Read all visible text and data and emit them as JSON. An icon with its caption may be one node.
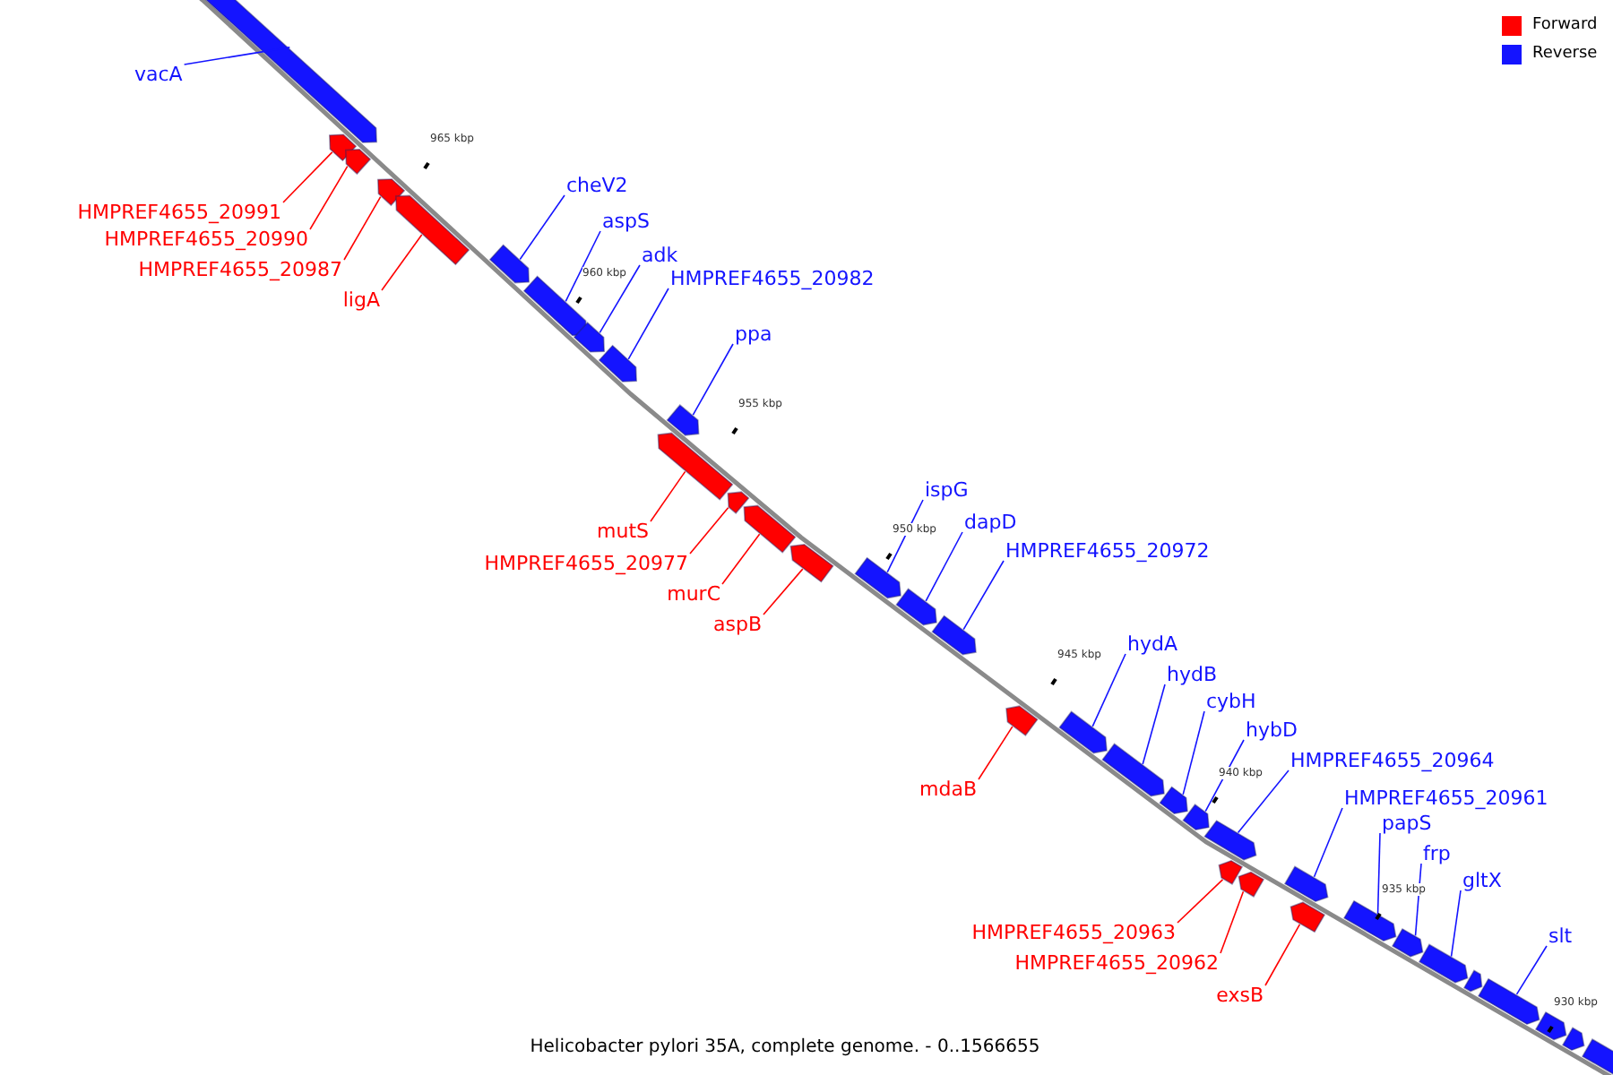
{
  "diagram": {
    "caption": "Helicobacter pylori 35A, complete genome. - 0..1566655",
    "nodes": [
      {
        "text": [
          "vacA"
        ]
      },
      {
        "text": [],
        "shape": "bar"
      },
      {
        "text": [
          "HMPREF4655_20991"
        ]
      },
      {
        "text": [],
        "shape": "bar"
      },
      {
        "text": [
          "HMPREF4655_20990"
        ]
      },
      {
        "text": [],
        "shape": "bar"
      },
      {
        "text": [
          "HMPREF4655_20987"
        ]
      },
      {
        "text": [],
        "shape": "bar"
      },
      {
        "text": [
          "ligA"
        ]
      },
      {
        "text": [],
        "shape": "bar"
      },
      {
        "text": [
          "cheV2"
        ]
      },
      {
        "text": [],
        "shape": "bar"
      },
      {
        "text": [
          "aspS"
        ]
      },
      {
        "text": [],
        "shape": "bar"
      },
      {
        "text": [
          "adk"
        ]
      },
      {
        "text": [],
        "shape": "bar"
      },
      {
        "text": [
          "HMPREF4655_20982"
        ]
      },
      {
        "text": [],
        "shape": "bar"
      },
      {
        "text": [
          "ppa"
        ]
      },
      {
        "text": [],
        "shape": "bar"
      },
      {
        "text": [
          "mutS"
        ]
      },
      {
        "text": [],
        "shape": "bar"
      },
      {
        "text": [
          "HMPREF4655_20977"
        ]
      },
      {
        "text": [],
        "shape": "bar"
      },
      {
        "text": [
          "murC"
        ]
      },
      {
        "text": [],
        "shape": "bar"
      },
      {
        "text": [
          "aspB"
        ]
      },
      {
        "text": [],
        "shape": "bar"
      },
      {
        "text": [
          "ispG"
        ]
      },
      {
        "text": [],
        "shape": "bar"
      },
      {
        "text": [
          "dapD"
        ]
      },
      {
        "text": [],
        "shape": "bar"
      },
      {
        "text": [
          "HMPREF4655_20972"
        ]
      },
      {
        "text": [],
        "shape": "bar"
      },
      {
        "text": [
          "hydA"
        ]
      },
      {
        "text": [],
        "shape": "bar"
      },
      {
        "text": [
          "hydB"
        ]
      },
      {
        "text": [],
        "shape": "bar"
      },
      {
        "text": [
          "cybH"
        ]
      },
      {
        "text": [],
        "shape": "bar"
      },
      {
        "text": [
          "hybD"
        ]
      },
      {
        "text": [],
        "shape": "bar"
      },
      {
        "text": [
          "mdaB"
        ]
      },
      {
        "text": [],
        "shape": "bar"
      },
      {
        "text": [
          "HMPREF4655_20964"
        ]
      },
      {
        "text": [],
        "shape": "bar"
      },
      {
        "text": [
          "HMPREF4655_20961"
        ]
      },
      {
        "text": [],
        "shape": "bar"
      },
      {
        "text": [
          "HMPREF4655_20963"
        ]
      },
      {
        "text": [],
        "shape": "bar"
      },
      {
        "text": [
          "HMPREF4655_20962"
        ]
      },
      {
        "text": [],
        "shape": "bar"
      },
      {
        "text": [
          "papS"
        ]
      },
      {
        "text": [],
        "shape": "bar"
      },
      {
        "text": [
          "exsB"
        ]
      },
      {
        "text": [],
        "shape": "bar"
      },
      {
        "text": [
          "frp"
        ]
      },
      {
        "text": [],
        "shape": "bar"
      },
      {
        "text": [
          "gltX"
        ]
      },
      {
        "text": [],
        "shape": "bar"
      },
      {
        "text": [],
        "shape": "bar"
      },
      {
        "text": [
          "slt"
        ]
      },
      {
        "text": [],
        "shape": "bar"
      },
      {
        "text": [],
        "shape": "bar"
      },
      {
        "text": [],
        "shape": "bar"
      },
      {
        "text": [],
        "shape": "bar"
      }
    ],
    "edges": [
      {
        "from": 0,
        "to": 1,
        "arrow": "none"
      },
      {
        "from": 2,
        "to": 3,
        "arrow": "none",
        "color": "#ff0000"
      },
      {
        "from": 4,
        "to": 5,
        "arrow": "none",
        "color": "#ff0000"
      },
      {
        "from": 6,
        "to": 7,
        "arrow": "none",
        "color": "#ff0000"
      },
      {
        "from": 8,
        "to": 9,
        "arrow": "none",
        "color": "#ff0000"
      },
      {
        "from": 10,
        "to": 11,
        "arrow": "none"
      },
      {
        "from": 12,
        "to": 13,
        "arrow": "none"
      },
      {
        "from": 14,
        "to": 15,
        "arrow": "none"
      },
      {
        "from": 16,
        "to": 17,
        "arrow": "none"
      },
      {
        "from": 18,
        "to": 19,
        "arrow": "none"
      },
      {
        "from": 20,
        "to": 21,
        "arrow": "none",
        "color": "#ff0000"
      },
      {
        "from": 22,
        "to": 23,
        "arrow": "none",
        "color": "#ff0000"
      },
      {
        "from": 24,
        "to": 25,
        "arrow": "none",
        "color": "#ff0000"
      },
      {
        "from": 26,
        "to": 27,
        "arrow": "none",
        "color": "#ff0000"
      },
      {
        "from": 28,
        "to": 29,
        "arrow": "none"
      },
      {
        "from": 30,
        "to": 31,
        "arrow": "none"
      },
      {
        "from": 32,
        "to": 33,
        "arrow": "none"
      },
      {
        "from": 34,
        "to": 35,
        "arrow": "none"
      },
      {
        "from": 36,
        "to": 37,
        "arrow": "none"
      },
      {
        "from": 38,
        "to": 39,
        "arrow": "none"
      },
      {
        "from": 40,
        "to": 41,
        "arrow": "none"
      },
      {
        "from": 42,
        "to": 43,
        "arrow": "none",
        "color": "#ff0000"
      },
      {
        "from": 44,
        "to": 45,
        "arrow": "none"
      },
      {
        "from": 46,
        "to": 47,
        "arrow": "none"
      },
      {
        "from": 48,
        "to": 49,
        "arrow": "none",
        "color": "#ff0000"
      },
      {
        "from": 50,
        "to": 51,
        "arrow": "none",
        "color": "#ff0000"
      },
      {
        "from": 52,
        "to": 53,
        "arrow": "none"
      },
      {
        "from": 54,
        "to": 55,
        "arrow": "none",
        "color": "#ff0000"
      },
      {
        "from": 56,
        "to": 57,
        "arrow": "none"
      },
      {
        "from": 58,
        "to": 59,
        "arrow": "none"
      },
      {
        "from": 61,
        "to": 62,
        "arrow": "none"
      }
    ],
    "labels": [
      "965 kbp",
      "960 kbp",
      "955 kbp",
      "950 kbp",
      "945 kbp",
      "940 kbp",
      "935 kbp",
      "930 kbp"
    ],
    "legend": [
      {
        "text": "Forward",
        "color": "#ff0000"
      },
      {
        "text": "Reverse",
        "color": "#1414ff"
      }
    ]
  }
}
